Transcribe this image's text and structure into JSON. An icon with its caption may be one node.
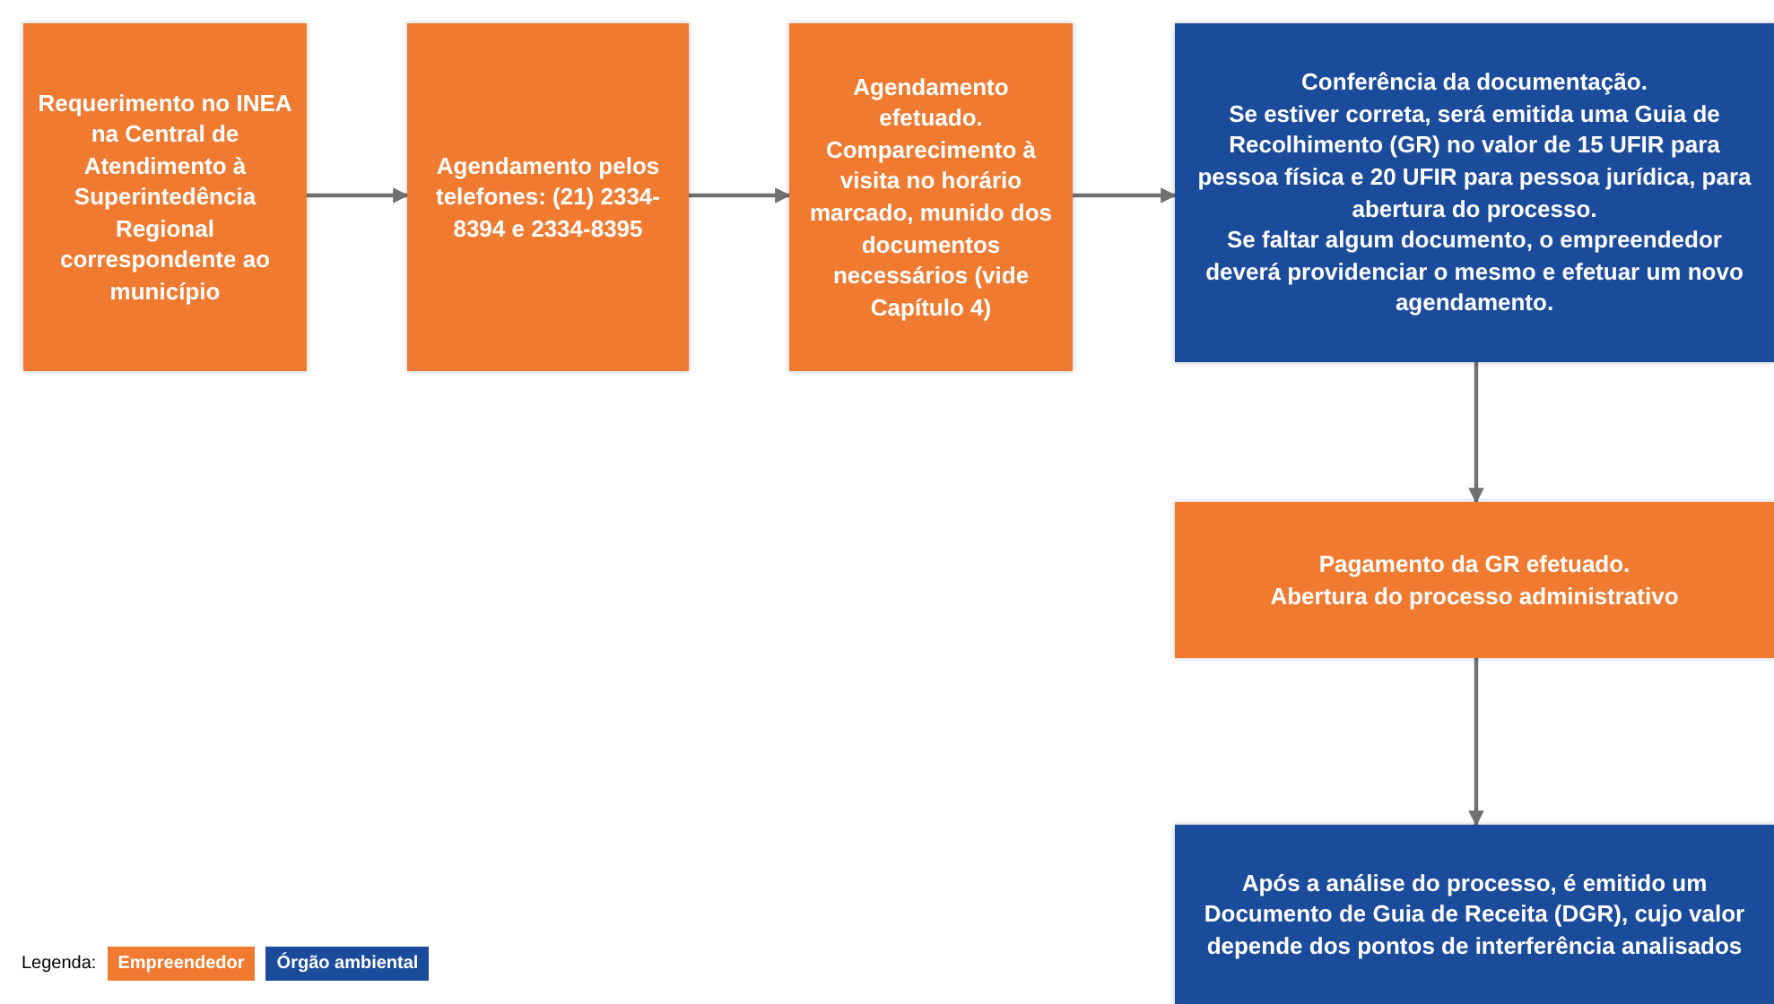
{
  "diagram": {
    "nodes": [
      {
        "text": [
          "Requerimento no INEA na Central de Atendimento à Superintedência Regional correspondente ao município"
        ]
      },
      {
        "text": [
          "Agendamento pelos telefones: (21) 2334-8394 e 2334-8395"
        ]
      },
      {
        "text": [
          "Agendamento efetuado. Comparecimento à visita no horário marcado, munido dos documentos necessários (vide Capítulo 4)"
        ]
      },
      {
        "text": [
          "Conferência da documentação.",
          "Se estiver correta, será emitida uma Guia de Recolhimento (GR) no valor de 15 UFIR para pessoa física e 20 UFIR para pessoa jurídica, para abertura do processo.",
          "Se faltar algum documento, o empreendedor deverá providenciar o mesmo e efetuar um novo agendamento."
        ]
      },
      {
        "text": [
          "Pagamento da GR efetuado.",
          "Abertura do processo administrativo"
        ]
      },
      {
        "text": [
          "Após a análise do processo, é emitido um Documento de Guia de Receita (DGR), cujo valor depende dos pontos de interferência analisados"
        ]
      }
    ],
    "edges": [
      {
        "from": 0,
        "to": 1,
        "arrow": "to"
      },
      {
        "from": 1,
        "to": 2,
        "arrow": "to"
      },
      {
        "from": 2,
        "to": 3,
        "arrow": "to"
      },
      {
        "from": 3,
        "to": 4,
        "arrow": "to"
      },
      {
        "from": 4,
        "to": 5,
        "arrow": "to"
      }
    ],
    "labels": [
      "Legenda:"
    ],
    "legend": [
      {
        "text": "Empreendedor",
        "color": "#f07a30"
      },
      {
        "text": "Órgão ambiental",
        "color": "#1b4b9b"
      }
    ]
  }
}
